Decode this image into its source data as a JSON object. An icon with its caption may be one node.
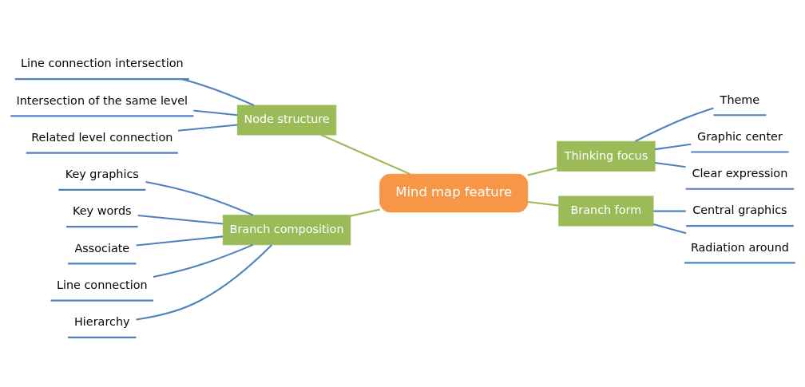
{
  "diagram": {
    "nodes": [
      {
        "text": [
          "Mind map feature"
        ]
      },
      {
        "text": [
          "Node structure"
        ]
      },
      {
        "text": [
          "Thinking focus"
        ]
      },
      {
        "text": [
          "Branch composition"
        ]
      },
      {
        "text": [
          "Branch form"
        ]
      },
      {
        "text": [
          "Line connection intersection"
        ]
      },
      {
        "text": [
          "Intersection of the same level"
        ]
      },
      {
        "text": [
          "Related level connection"
        ]
      },
      {
        "text": [
          "Theme"
        ]
      },
      {
        "text": [
          "Graphic center"
        ]
      },
      {
        "text": [
          "Clear expression"
        ]
      },
      {
        "text": [
          "Key graphics"
        ]
      },
      {
        "text": [
          "Key words"
        ]
      },
      {
        "text": [
          "Associate"
        ]
      },
      {
        "text": [
          "Line connection"
        ]
      },
      {
        "text": [
          "Hierarchy"
        ]
      },
      {
        "text": [
          "Central graphics"
        ]
      },
      {
        "text": [
          "Radiation around"
        ]
      }
    ],
    "edges": [
      {
        "from": 0,
        "to": 1,
        "arrow": "none",
        "color": "#9bbb59"
      },
      {
        "from": 0,
        "to": 2,
        "arrow": "none",
        "color": "#9bbb59"
      },
      {
        "from": 0,
        "to": 3,
        "arrow": "none",
        "color": "#9bbb59"
      },
      {
        "from": 0,
        "to": 4,
        "arrow": "none",
        "color": "#9bbb59"
      },
      {
        "from": 1,
        "to": 5,
        "arrow": "none"
      },
      {
        "from": 1,
        "to": 6,
        "arrow": "none"
      },
      {
        "from": 1,
        "to": 7,
        "arrow": "none"
      },
      {
        "from": 2,
        "to": 8,
        "arrow": "none"
      },
      {
        "from": 2,
        "to": 9,
        "arrow": "none"
      },
      {
        "from": 2,
        "to": 10,
        "arrow": "none"
      },
      {
        "from": 3,
        "to": 11,
        "arrow": "none"
      },
      {
        "from": 3,
        "to": 12,
        "arrow": "none"
      },
      {
        "from": 3,
        "to": 13,
        "arrow": "none"
      },
      {
        "from": 3,
        "to": 14,
        "arrow": "none"
      },
      {
        "from": 3,
        "to": 15,
        "arrow": "none"
      },
      {
        "from": 4,
        "to": 16,
        "arrow": "none"
      },
      {
        "from": 4,
        "to": 17,
        "arrow": "none"
      }
    ]
  }
}
